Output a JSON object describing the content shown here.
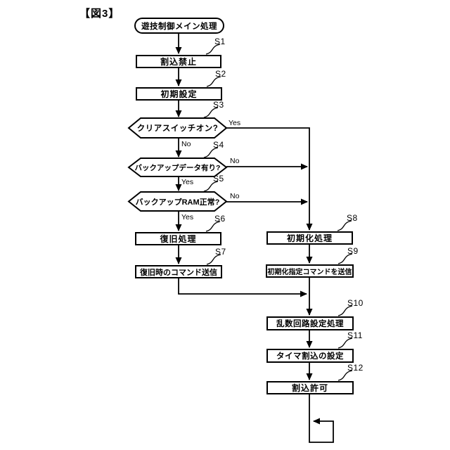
{
  "figure_label": "【図3】",
  "start_label": "遊技制御メイン処理",
  "nodes": {
    "s1": {
      "id": "S1",
      "label": "割込禁止",
      "type": "process"
    },
    "s2": {
      "id": "S2",
      "label": "初期設定",
      "type": "process"
    },
    "s3": {
      "id": "S3",
      "label": "クリアスイッチオン?",
      "type": "decision"
    },
    "s4": {
      "id": "S4",
      "label": "バックアップデータ有り?",
      "type": "decision"
    },
    "s5": {
      "id": "S5",
      "label": "バックアップRAM正常?",
      "type": "decision"
    },
    "s6": {
      "id": "S6",
      "label": "復旧処理",
      "type": "process"
    },
    "s7": {
      "id": "S7",
      "label": "復旧時のコマンド送信",
      "type": "process"
    },
    "s8": {
      "id": "S8",
      "label": "初期化処理",
      "type": "process"
    },
    "s9": {
      "id": "S9",
      "label": "初期化指定コマンドを送信",
      "type": "process"
    },
    "s10": {
      "id": "S10",
      "label": "乱数回路設定処理",
      "type": "process"
    },
    "s11": {
      "id": "S11",
      "label": "タイマ割込の設定",
      "type": "process"
    },
    "s12": {
      "id": "S12",
      "label": "割込許可",
      "type": "process"
    }
  },
  "branches": {
    "s3_yes": "Yes",
    "s3_no": "No",
    "s4_no": "No",
    "s4_yes": "Yes",
    "s5_no": "No",
    "s5_yes": "Yes"
  },
  "colors": {
    "line": "#000000",
    "background": "#ffffff"
  }
}
